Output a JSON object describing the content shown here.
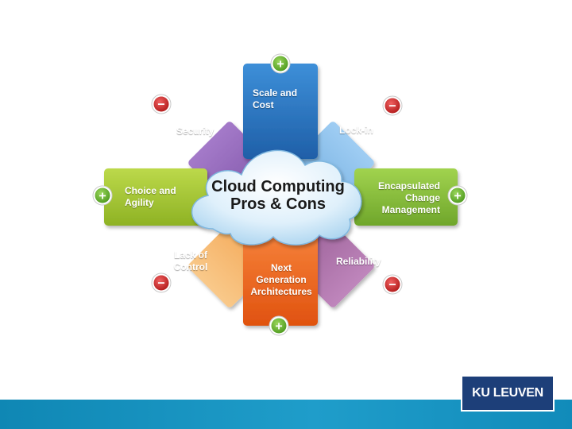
{
  "diagram": {
    "center": {
      "line1": "Cloud Computing",
      "line2": "Pros & Cons"
    },
    "petals": {
      "scale": {
        "lines": [
          "Scale and",
          "Cost"
        ],
        "sign": "+",
        "color": "#2f7ac6"
      },
      "lockin": {
        "lines": [
          "Lock-in"
        ],
        "sign": "−",
        "color": "#79b6e8"
      },
      "encapsulated": {
        "lines": [
          "Encapsulated",
          "Change",
          "Management"
        ],
        "sign": "+",
        "color": "#8cc43f"
      },
      "reliability": {
        "lines": [
          "Reliability"
        ],
        "sign": "−",
        "color": "#a36aa0"
      },
      "nextgen": {
        "lines": [
          "Next",
          "Generation",
          "Architectures"
        ],
        "sign": "+",
        "color": "#f06a22"
      },
      "lackofcontrol": {
        "lines": [
          "Lack of",
          "Control"
        ],
        "sign": "−",
        "color": "#f6b26b"
      },
      "choice": {
        "lines": [
          "Choice and",
          "Agility"
        ],
        "sign": "+",
        "color": "#a6c832"
      },
      "security": {
        "lines": [
          "Security"
        ],
        "sign": "−",
        "color": "#8e63b3"
      }
    }
  },
  "footer": {
    "logo_text": "KU LEUVEN",
    "bar_color": "#1790c0",
    "logo_color": "#1d3f79"
  }
}
